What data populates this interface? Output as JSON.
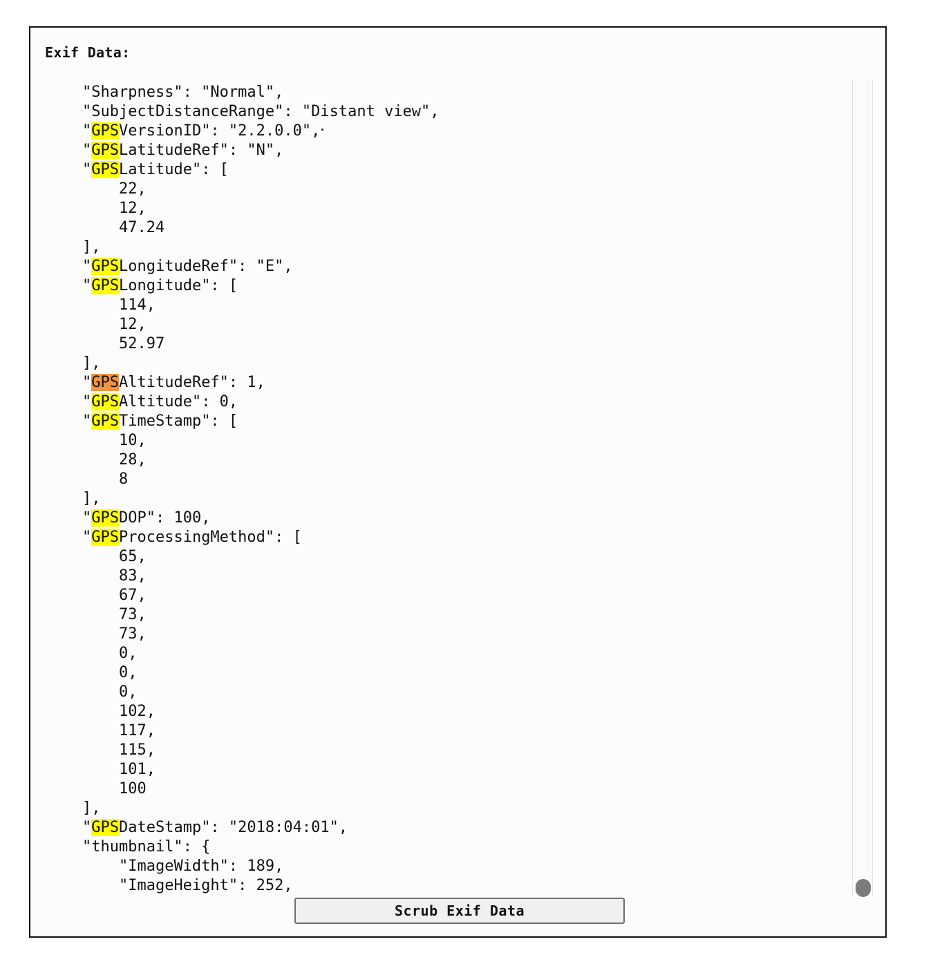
{
  "heading": "Exif Data:",
  "search_term": "GPS",
  "current_match_index": 5,
  "highlight_colors": {
    "match": "#fefe00",
    "current_match": "#f39540"
  },
  "lines": [
    {
      "indent": 1,
      "text": "\"Sharpness\": \"Normal\","
    },
    {
      "indent": 1,
      "text": "\"SubjectDistanceRange\": \"Distant view\","
    },
    {
      "indent": 1,
      "text": "\"GPSVersionID\": \"2.2.0.0\","
    },
    {
      "indent": 1,
      "text": "\"GPSLatitudeRef\": \"N\","
    },
    {
      "indent": 1,
      "text": "\"GPSLatitude\": ["
    },
    {
      "indent": 2,
      "text": "22,"
    },
    {
      "indent": 2,
      "text": "12,"
    },
    {
      "indent": 2,
      "text": "47.24"
    },
    {
      "indent": 1,
      "text": "],"
    },
    {
      "indent": 1,
      "text": "\"GPSLongitudeRef\": \"E\","
    },
    {
      "indent": 1,
      "text": "\"GPSLongitude\": ["
    },
    {
      "indent": 2,
      "text": "114,"
    },
    {
      "indent": 2,
      "text": "12,"
    },
    {
      "indent": 2,
      "text": "52.97"
    },
    {
      "indent": 1,
      "text": "],"
    },
    {
      "indent": 1,
      "text": "\"GPSAltitudeRef\": 1,"
    },
    {
      "indent": 1,
      "text": "\"GPSAltitude\": 0,"
    },
    {
      "indent": 1,
      "text": "\"GPSTimeStamp\": ["
    },
    {
      "indent": 2,
      "text": "10,"
    },
    {
      "indent": 2,
      "text": "28,"
    },
    {
      "indent": 2,
      "text": "8"
    },
    {
      "indent": 1,
      "text": "],"
    },
    {
      "indent": 1,
      "text": "\"GPSDOP\": 100,"
    },
    {
      "indent": 1,
      "text": "\"GPSProcessingMethod\": ["
    },
    {
      "indent": 2,
      "text": "65,"
    },
    {
      "indent": 2,
      "text": "83,"
    },
    {
      "indent": 2,
      "text": "67,"
    },
    {
      "indent": 2,
      "text": "73,"
    },
    {
      "indent": 2,
      "text": "73,"
    },
    {
      "indent": 2,
      "text": "0,"
    },
    {
      "indent": 2,
      "text": "0,"
    },
    {
      "indent": 2,
      "text": "0,"
    },
    {
      "indent": 2,
      "text": "102,"
    },
    {
      "indent": 2,
      "text": "117,"
    },
    {
      "indent": 2,
      "text": "115,"
    },
    {
      "indent": 2,
      "text": "101,"
    },
    {
      "indent": 2,
      "text": "100"
    },
    {
      "indent": 1,
      "text": "],"
    },
    {
      "indent": 1,
      "text": "\"GPSDateStamp\": \"2018:04:01\","
    },
    {
      "indent": 1,
      "text": "\"thumbnail\": {"
    },
    {
      "indent": 2,
      "text": "\"ImageWidth\": 189,"
    },
    {
      "indent": 2,
      "text": "\"ImageHeight\": 252,"
    }
  ],
  "button": {
    "label": "Scrub Exif Data"
  }
}
